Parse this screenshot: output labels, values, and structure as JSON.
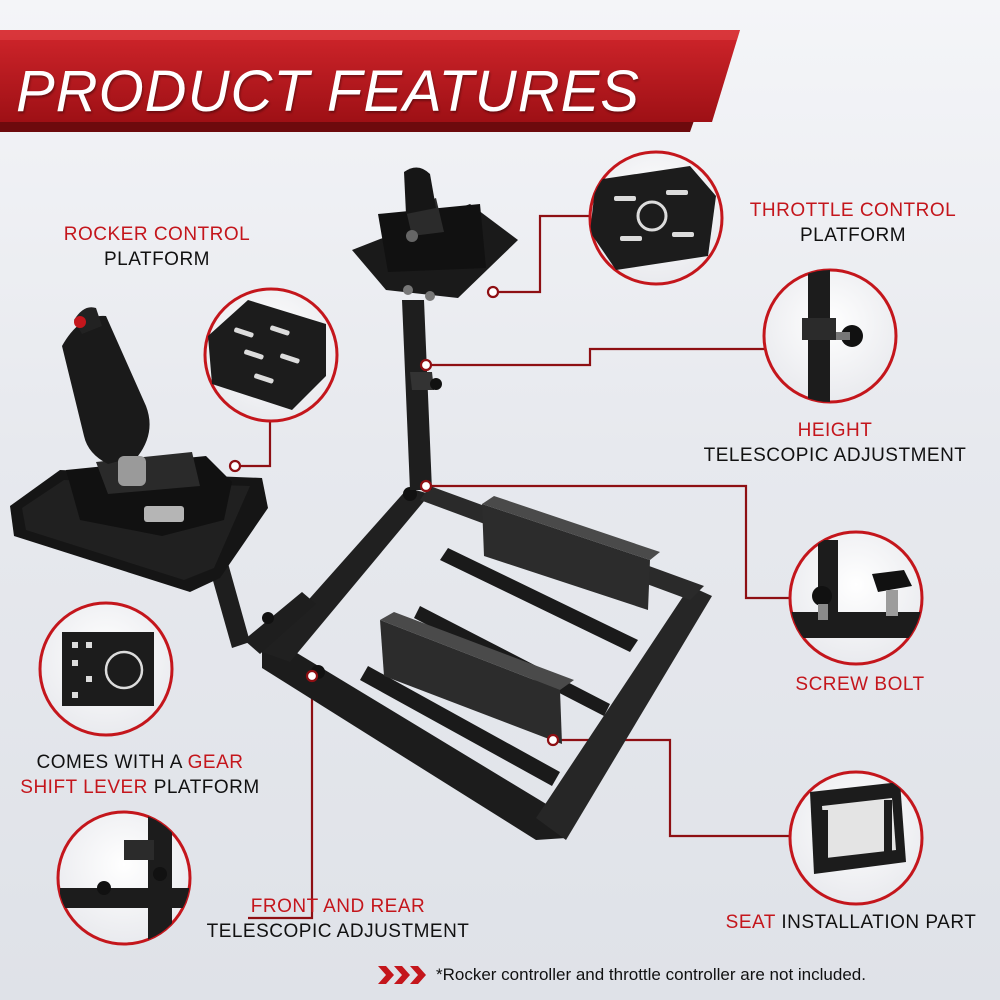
{
  "banner": {
    "title": "PRODUCT FEATURES"
  },
  "features": {
    "rocker_platform": {
      "red": "ROCKER CONTROL",
      "black": "PLATFORM"
    },
    "throttle_platform": {
      "red": "THROTTLE CONTROL",
      "black": "PLATFORM"
    },
    "height_adjust": {
      "red": "HEIGHT",
      "black": "TELESCOPIC ADJUSTMENT"
    },
    "screw_bolt": {
      "red": "SCREW BOLT"
    },
    "gear_platform": {
      "black_1": "COMES WITH A",
      "red_1": "GEAR",
      "red_2": "SHIFT LEVER",
      "black_2": "PLATFORM"
    },
    "front_rear_adjust": {
      "red": "FRONT AND REAR",
      "black": "TELESCOPIC ADJUSTMENT"
    },
    "seat_part": {
      "red": "SEAT",
      "black": "INSTALLATION PART"
    }
  },
  "footnote": {
    "text": "*Rocker controller and throttle controller are not included."
  },
  "colors": {
    "accent_red": "#c4161c",
    "dark_red": "#7d0d10",
    "frame_black": "#1a1a1a",
    "text": "#111111"
  },
  "icons": [
    "triple-chevron-right-icon"
  ]
}
